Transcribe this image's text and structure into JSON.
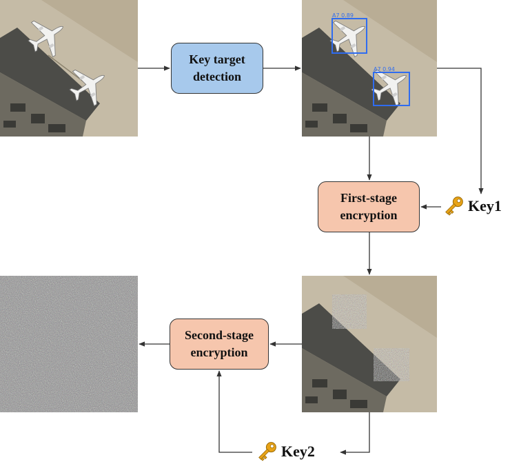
{
  "nodes": {
    "key_target_detection": "Key target\ndetection",
    "first_stage": "First-stage\nencryption",
    "second_stage": "Second-stage\nencryption"
  },
  "keys": {
    "key1": "Key1",
    "key2": "Key2"
  },
  "detections": [
    {
      "label": "A7 0.89"
    },
    {
      "label": "A7 0.94"
    }
  ],
  "icons": [
    "key-icon",
    "airplane-icon"
  ],
  "colors": {
    "detection_box": "#a7c9ec",
    "encryption_box": "#f6c6ad",
    "bbox_outline": "#2f6cf0",
    "key_gold": "#e8a317",
    "tarmac": "#b9ad95",
    "noise_gray": "#8a8a8a"
  }
}
